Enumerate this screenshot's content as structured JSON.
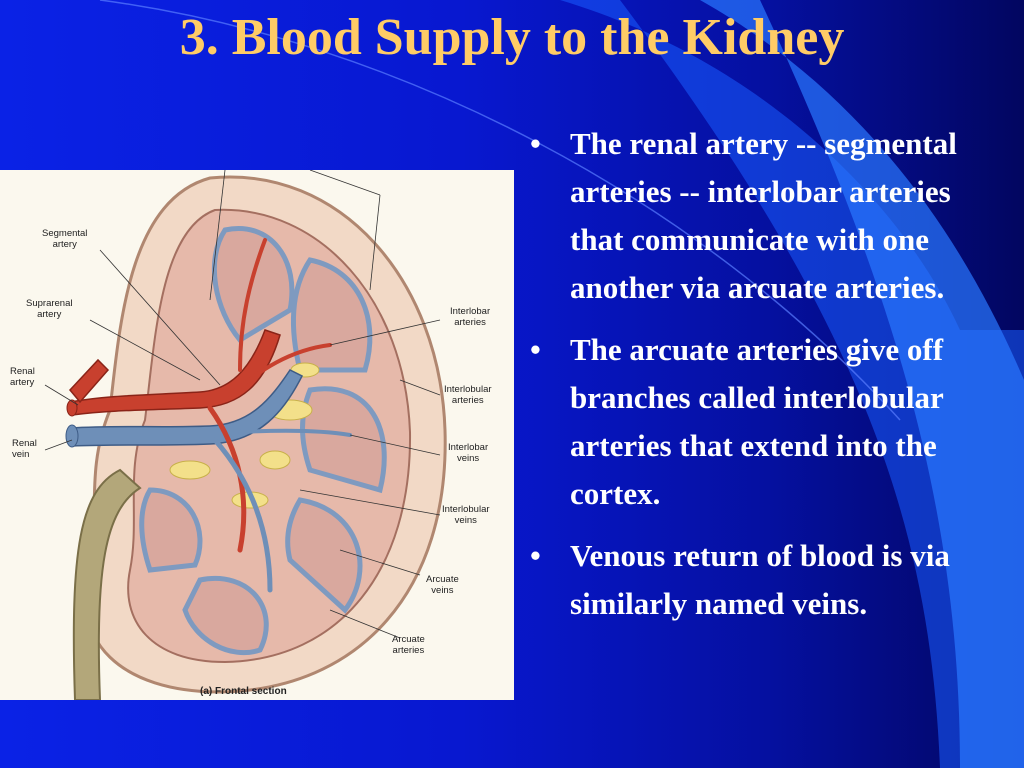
{
  "slide": {
    "title": "3. Blood Supply to the Kidney",
    "bullets": [
      "The renal artery -- segmental arteries -- interlobar arteries that communicate with one another via arcuate arteries.",
      "The arcuate arteries give off branches called interlobular arteries that extend into the cortex.",
      "Venous return of blood is via similarly named veins."
    ],
    "bullet_symbol": "•"
  },
  "figure": {
    "caption": "(a) Frontal section",
    "labels": {
      "segmental_artery": "Segmental\nartery",
      "suprarenal_artery": "Suprarenal\nartery",
      "renal_artery": "Renal\nartery",
      "renal_vein": "Renal\nvein",
      "interlobar_arteries": "Interlobar\narteries",
      "interlobular_arteries": "Interlobular\narteries",
      "interlobar_veins": "Interlobar\nveins",
      "interlobular_veins": "Interlobular\nveins",
      "arcuate_veins": "Arcuate\nveins",
      "arcuate_arteries": "Arcuate\narteries"
    }
  },
  "colors": {
    "title": "#ffcc66",
    "text": "#ffffff",
    "background": "#0a22e6",
    "artery": "#c8402e",
    "vein": "#6e8fb8"
  }
}
